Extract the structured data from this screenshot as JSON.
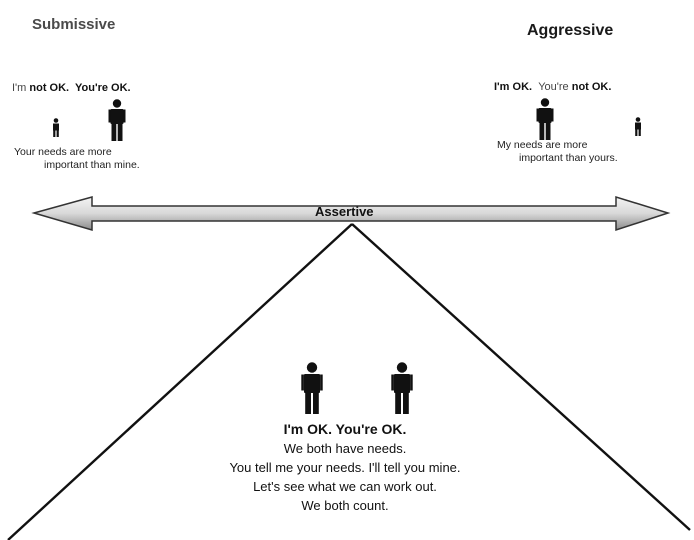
{
  "left": {
    "heading": "Submissive",
    "ok_prefix": "I'm ",
    "ok_bold1": "not OK.",
    "ok_bold2": "You're OK.",
    "needs_line1": "Your needs are more",
    "needs_line2": "important than mine."
  },
  "right": {
    "heading": "Aggressive",
    "ok_bold1": "I'm OK.",
    "ok_plain": "You're",
    "ok_bold2": "not OK.",
    "needs_line1": "My needs are more",
    "needs_line2": "important than yours."
  },
  "center": {
    "axis_label": "Assertive",
    "ok_line": "I'm OK. You're OK.",
    "line1": "We both have needs.",
    "line2": "You tell me your needs. I'll tell you mine.",
    "line3": "Let's see what we can work out.",
    "line4": "We both count."
  },
  "colors": {
    "arrow_fill_light": "#f2f2f2",
    "arrow_fill_dark": "#9a9a9a",
    "line": "#111111"
  }
}
